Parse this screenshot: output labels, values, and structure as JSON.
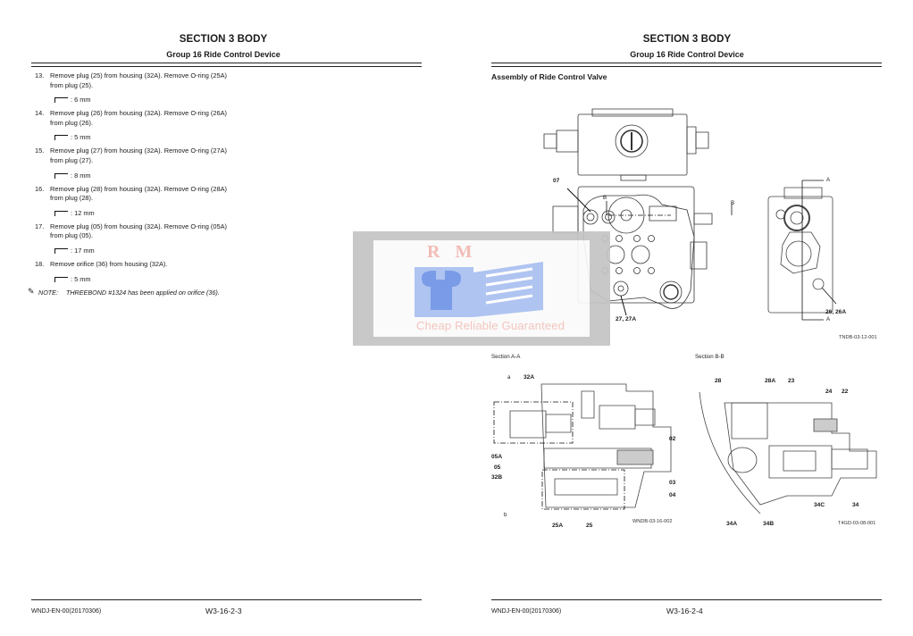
{
  "left_page": {
    "section_title": "SECTION 3 BODY",
    "group_title": "Group 16 Ride Control Device",
    "steps": [
      {
        "num": "13.",
        "text": "Remove plug (25) from housing (32A). Remove O-ring (25A) from plug (25).",
        "tool_size": ": 6 mm"
      },
      {
        "num": "14.",
        "text": "Remove plug (26) from housing (32A). Remove O-ring (26A) from plug (26).",
        "tool_size": ": 5 mm"
      },
      {
        "num": "15.",
        "text": "Remove plug (27) from housing (32A). Remove O-ring (27A) from plug (27).",
        "tool_size": ": 8 mm"
      },
      {
        "num": "16.",
        "text": "Remove plug (28) from housing (32A). Remove O-ring (28A) from plug (28).",
        "tool_size": ": 12 mm"
      },
      {
        "num": "17.",
        "text": "Remove plug (05) from housing (32A). Remove O-ring (05A) from plug (05).",
        "tool_size": ": 17 mm"
      },
      {
        "num": "18.",
        "text": "Remove orifice (36) from housing (32A).",
        "tool_size": ": 5 mm"
      }
    ],
    "note": {
      "label": "NOTE:",
      "text": "THREEBOND #1324 has been applied on orifice (36)."
    },
    "footer": {
      "code": "WNDJ-EN-00(20170306)",
      "page": "W3-16-2-3"
    }
  },
  "right_page": {
    "section_title": "SECTION 3 BODY",
    "group_title": "Group 16 Ride Control Device",
    "assembly_title": "Assembly of Ride Control Valve",
    "top_figure": {
      "labels": {
        "l07": "07",
        "l27": "27, 27A",
        "l26": "26, 26A",
        "arrowB1": "B",
        "arrowB2": "B",
        "arrowA1": "A",
        "arrowA2": "A"
      },
      "code": "TNDB-03-12-001"
    },
    "section_aa": {
      "caption": "Section A-A",
      "labels": {
        "a": "a",
        "l32A": "32A",
        "l05A": "05A",
        "l05": "05",
        "l32B": "32B",
        "b": "b",
        "l25A": "25A",
        "l25": "25",
        "l02": "02",
        "l03": "03",
        "l04": "04"
      },
      "code": "WNDB-03-16-002"
    },
    "section_bb": {
      "caption": "Section B-B",
      "labels": {
        "l28": "28",
        "l28A": "28A",
        "l23": "23",
        "l24": "24",
        "l22": "22",
        "l34A": "34A",
        "l34B": "34B",
        "l34C": "34C",
        "l34": "34"
      },
      "code": "T4GD-03-08-001"
    },
    "footer": {
      "code": "WNDJ-EN-00(20170306)",
      "page": "W3-16-2-4"
    }
  },
  "watermark": {
    "brand": "R M",
    "tagline": "Cheap Reliable Guaranteed",
    "colors": {
      "brand": "#f2b7b0",
      "icon": "#a9bff0",
      "frame": "#c4c4c4"
    }
  }
}
